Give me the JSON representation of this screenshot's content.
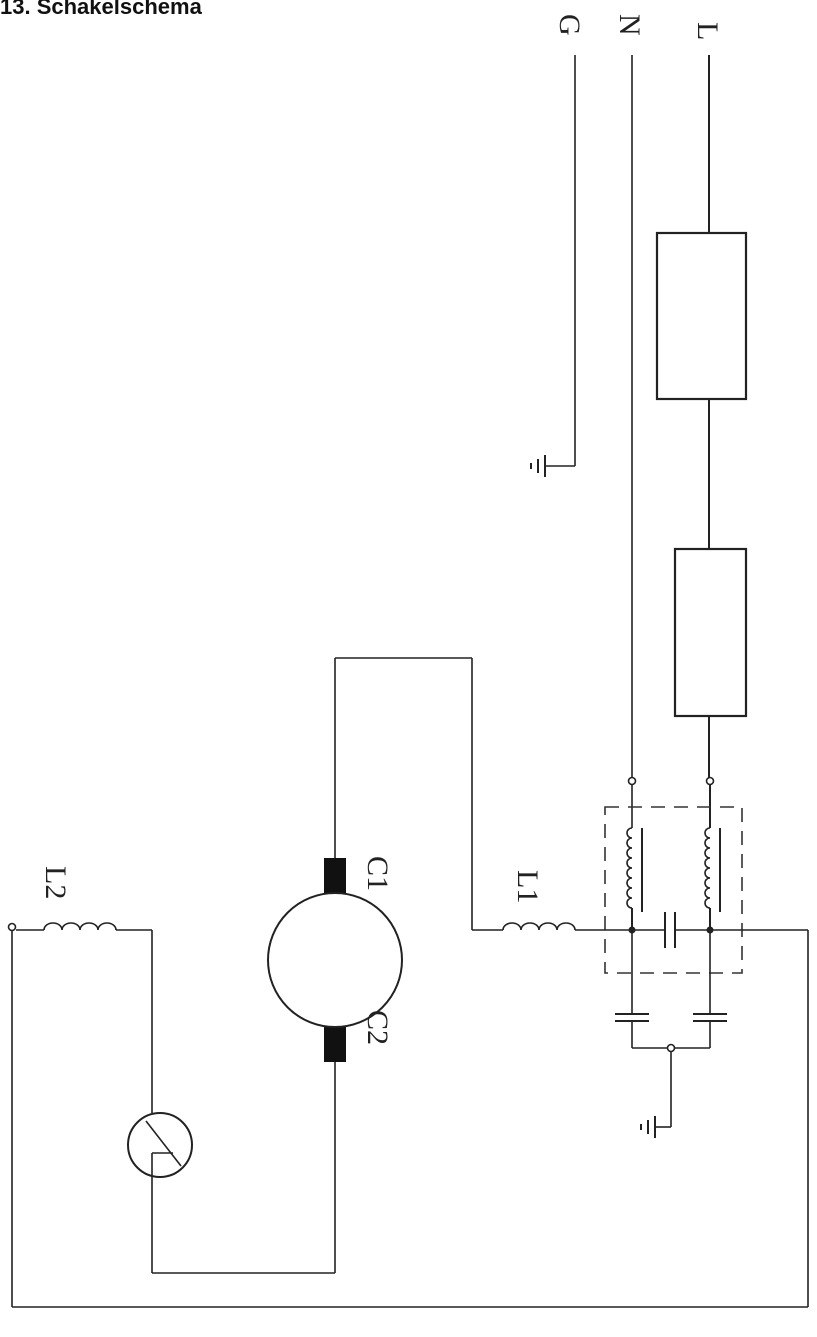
{
  "title": "13. Schakelschema",
  "labels": {
    "L": "L",
    "N": "N",
    "G": "G",
    "C1": "C1",
    "C2": "C2",
    "L1": "L1",
    "L2": "L2"
  }
}
